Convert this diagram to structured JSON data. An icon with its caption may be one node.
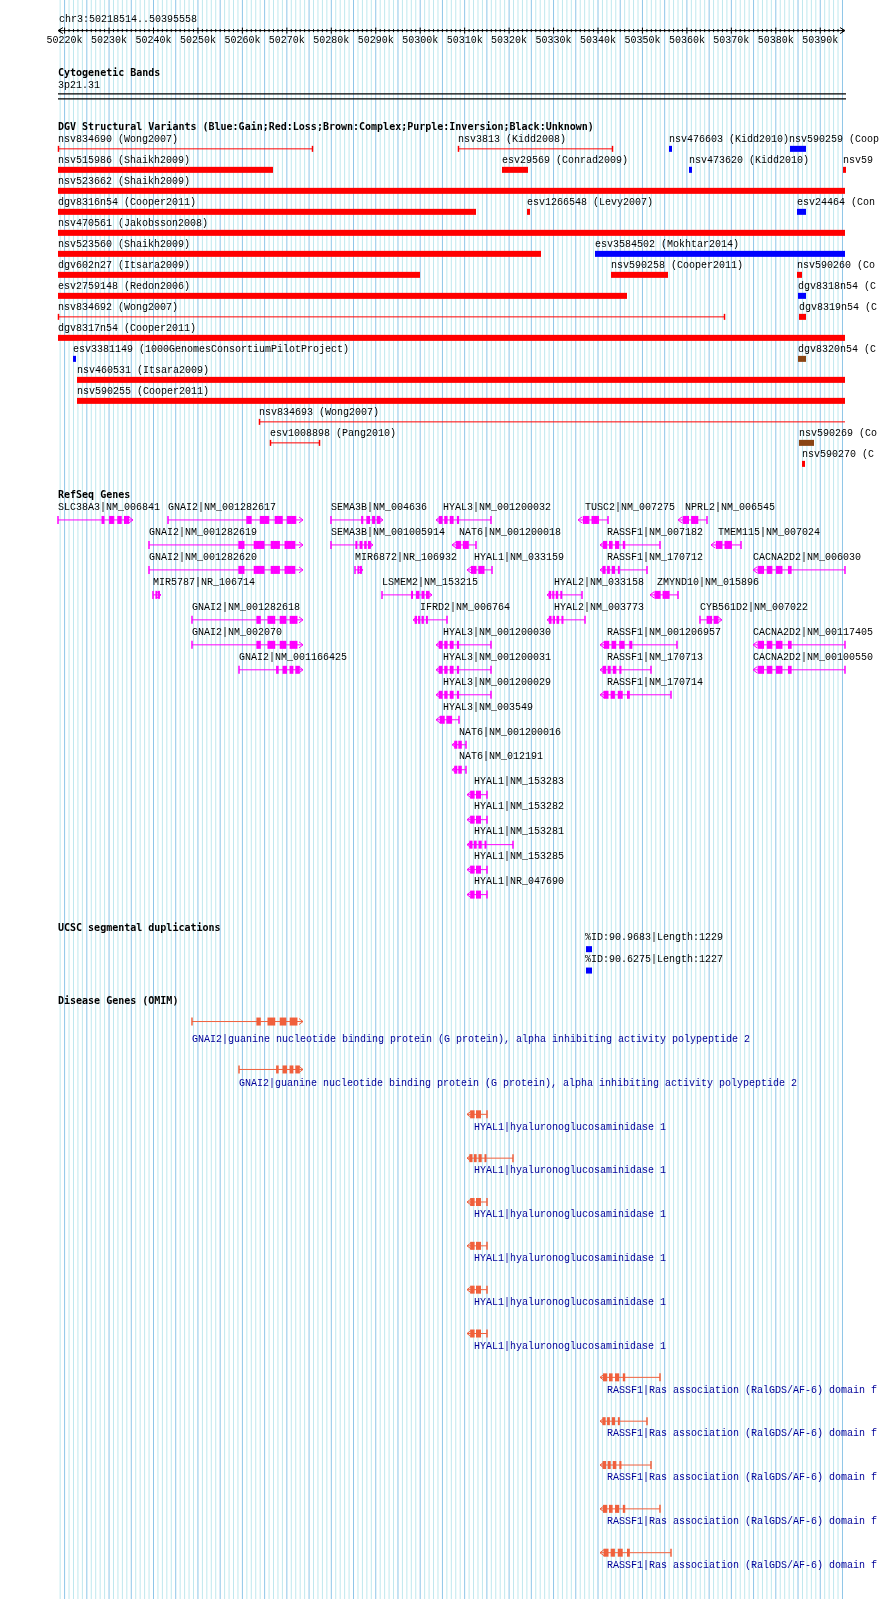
{
  "diagram": {
    "labels": [
      "chr3:50218514..50395558",
      "50220k",
      "50230k",
      "50240k",
      "50250k",
      "50260k",
      "50270k",
      "50280k",
      "50290k",
      "50300k",
      "50310k",
      "50320k",
      "50330k",
      "50340k",
      "50350k",
      "50360k",
      "50370k",
      "50380k",
      "50390k",
      "Cytogenetic Bands",
      "3p21.31",
      "DGV Structural Variants (Blue:Gain;Red:Loss;Brown:Complex;Purple:Inversion;Black:Unknown)",
      "nsv834690 (Wong2007)",
      "nsv3813 (Kidd2008)",
      "nsv476603 (Kidd2010)",
      "nsv590259 (Coop",
      "nsv515986 (Shaikh2009)",
      "esv29569 (Conrad2009)",
      "nsv473620 (Kidd2010)",
      "nsv59",
      "nsv523662 (Shaikh2009)",
      "dgv8316n54 (Cooper2011)",
      "esv1266548 (Levy2007)",
      "esv24464 (Con",
      "nsv470561 (Jakobsson2008)",
      "nsv523560 (Shaikh2009)",
      "esv3584502 (Mokhtar2014)",
      "dgv602n27 (Itsara2009)",
      "nsv590258 (Cooper2011)",
      "nsv590260 (Co",
      "esv2759148 (Redon2006)",
      "dgv8318n54 (C",
      "nsv834692 (Wong2007)",
      "dgv8319n54 (C",
      "dgv8317n54 (Cooper2011)",
      "esv3381149 (1000GenomesConsortiumPilotProject)",
      "dgv8320n54 (C",
      "nsv460531 (Itsara2009)",
      "nsv590255 (Cooper2011)",
      "nsv834693 (Wong2007)",
      "esv1008898 (Pang2010)",
      "nsv590269 (Co",
      "nsv590270 (C",
      "RefSeq Genes",
      "SLC38A3|NM_006841",
      "GNAI2|NM_001282617",
      "SEMA3B|NM_004636",
      "HYAL3|NM_001200032",
      "TUSC2|NM_007275",
      "NPRL2|NM_006545",
      "GNAI2|NM_001282619",
      "SEMA3B|NM_001005914",
      "NAT6|NM_001200018",
      "RASSF1|NM_007182",
      "TMEM115|NM_007024",
      "GNAI2|NM_001282620",
      "MIR6872|NR_106932",
      "HYAL1|NM_033159",
      "RASSF1|NM_170712",
      "CACNA2D2|NM_006030",
      "MIR5787|NR_106714",
      "LSMEM2|NM_153215",
      "HYAL2|NM_033158",
      "ZMYND10|NM_015896",
      "GNAI2|NM_001282618",
      "IFRD2|NM_006764",
      "HYAL2|NM_003773",
      "CYB561D2|NM_007022",
      "GNAI2|NM_002070",
      "HYAL3|NM_001200030",
      "RASSF1|NM_001206957",
      "CACNA2D2|NM_00117405",
      "GNAI2|NM_001166425",
      "HYAL3|NM_001200031",
      "RASSF1|NM_170713",
      "CACNA2D2|NM_00100550",
      "HYAL3|NM_001200029",
      "RASSF1|NM_170714",
      "HYAL3|NM_003549",
      "NAT6|NM_001200016",
      "NAT6|NM_012191",
      "HYAL1|NM_153283",
      "HYAL1|NM_153282",
      "HYAL1|NM_153281",
      "HYAL1|NM_153285",
      "HYAL1|NR_047690",
      "UCSC segmental duplications",
      "%ID:90.9683|Length:1229",
      "%ID:90.6275|Length:1227",
      "Disease Genes (OMIM)",
      "GNAI2|guanine nucleotide binding protein (G protein), alpha inhibiting activity polypeptide 2",
      "GNAI2|guanine nucleotide binding protein (G protein), alpha inhibiting activity polypeptide 2",
      "HYAL1|hyaluronoglucosaminidase 1",
      "HYAL1|hyaluronoglucosaminidase 1",
      "HYAL1|hyaluronoglucosaminidase 1",
      "HYAL1|hyaluronoglucosaminidase 1",
      "HYAL1|hyaluronoglucosaminidase 1",
      "HYAL1|hyaluronoglucosaminidase 1",
      "RASSF1|Ras association (RalGDS/AF-6) domain f",
      "RASSF1|Ras association (RalGDS/AF-6) domain f",
      "RASSF1|Ras association (RalGDS/AF-6) domain f",
      "RASSF1|Ras association (RalGDS/AF-6) domain f",
      "RASSF1|Ras association (RalGDS/AF-6) domain f"
    ]
  }
}
